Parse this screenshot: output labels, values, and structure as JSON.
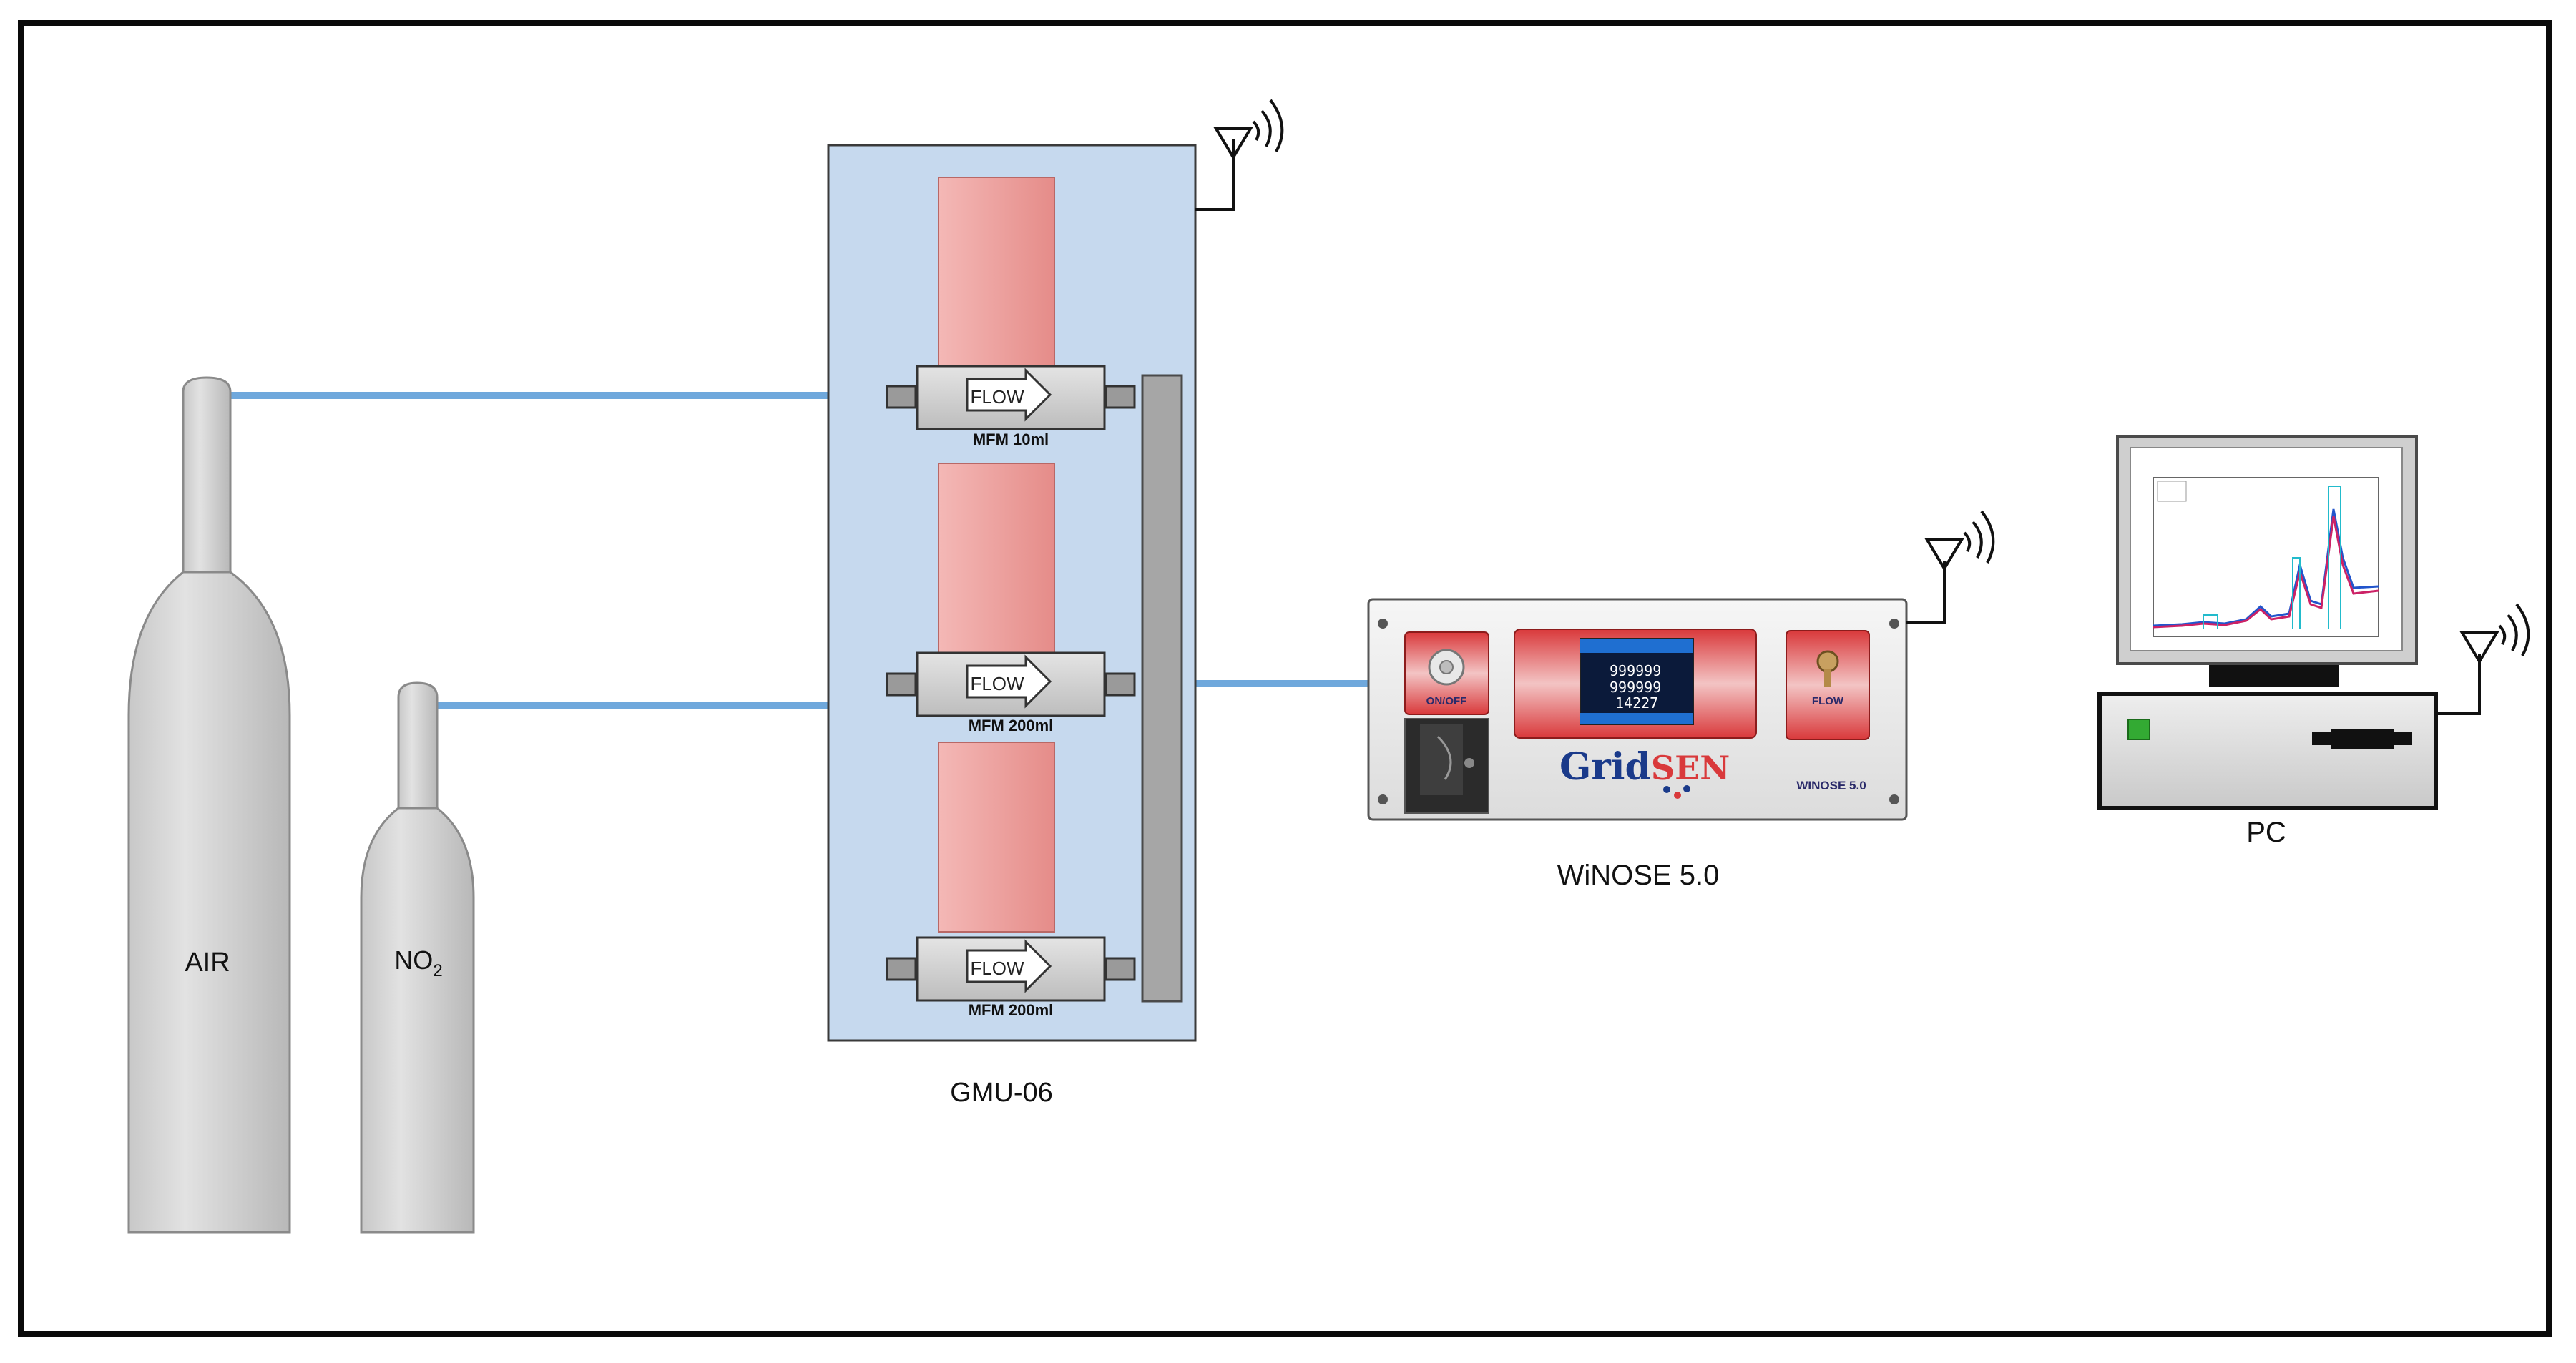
{
  "labels": {
    "air": "AIR",
    "no2_base": "NO",
    "no2_sub": "2",
    "gmu": "GMU-06",
    "winose": "WiNOSE 5.0",
    "pc": "PC"
  },
  "mfm": [
    {
      "flow": "FLOW",
      "name": "MFM 10ml"
    },
    {
      "flow": "FLOW",
      "name": "MFM 200ml"
    },
    {
      "flow": "FLOW",
      "name": "MFM 200ml"
    }
  ],
  "device_panel": {
    "on_off": "ON/OFF",
    "flow": "FLOW",
    "brand_a": "Grid",
    "brand_b": "SEN",
    "model": "WINOSE 5.0",
    "screen_numbers": [
      "999999",
      "999999",
      "14227"
    ]
  },
  "colors": {
    "gas_line": "#6fa8dc",
    "gmu_panel": "#c6d9ee",
    "mfm_column": "#ec9a98",
    "cylinder": "#d4d4d4",
    "frame": "#0a0a0a"
  },
  "icons": [
    "antenna-icon",
    "flow-arrow-icon",
    "fitting-icon"
  ]
}
